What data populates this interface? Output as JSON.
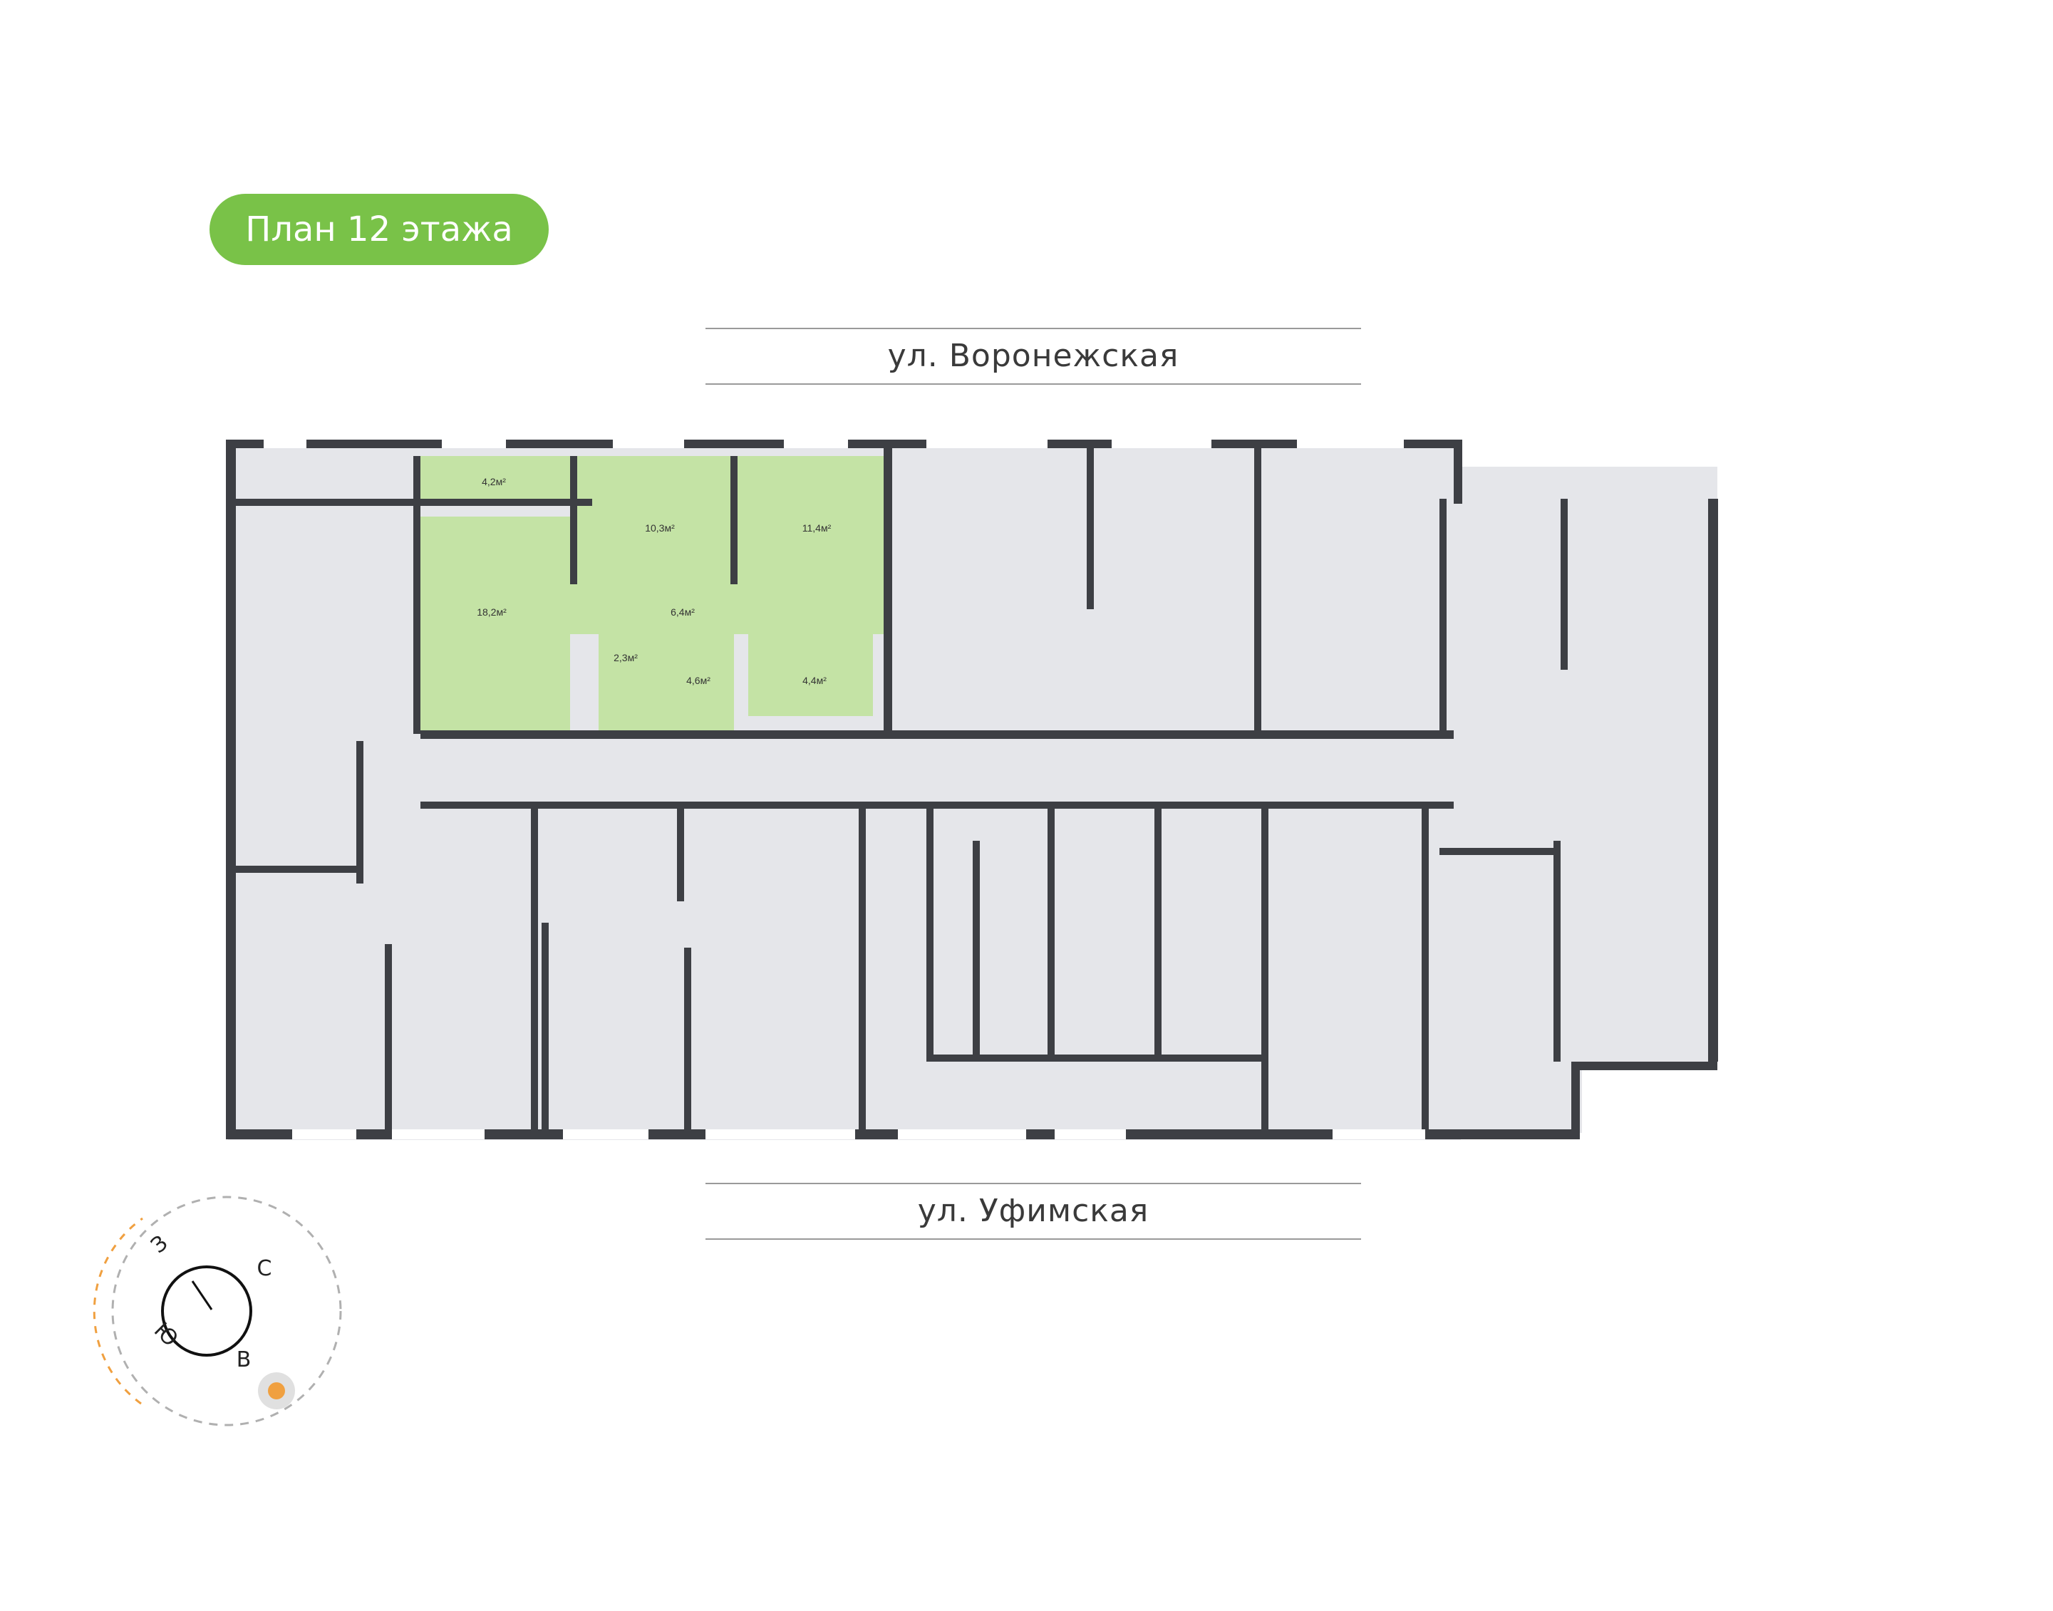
{
  "title": "План 12 этажа",
  "streets": {
    "top": "ул. Воронежская",
    "bottom": "ул. Уфимская"
  },
  "highlighted_apartment": {
    "rooms": [
      {
        "id": "balcony",
        "area": "4,2м²"
      },
      {
        "id": "room-1",
        "area": "10,3м²"
      },
      {
        "id": "room-2",
        "area": "11,4м²"
      },
      {
        "id": "living",
        "area": "18,2м²"
      },
      {
        "id": "hall",
        "area": "6,4м²"
      },
      {
        "id": "wc",
        "area": "2,3м²"
      },
      {
        "id": "corridor",
        "area": "4,6м²"
      },
      {
        "id": "bath",
        "area": "4,4м²"
      }
    ]
  },
  "compass": {
    "north": "С",
    "east": "В",
    "south": "Ю",
    "west": "З"
  },
  "colors": {
    "accent_green": "#79c248",
    "highlight_green": "#c4e3a5",
    "wall": "#3d3f44",
    "floor": "#e5e6ea",
    "sun_orange": "#f0a040"
  }
}
